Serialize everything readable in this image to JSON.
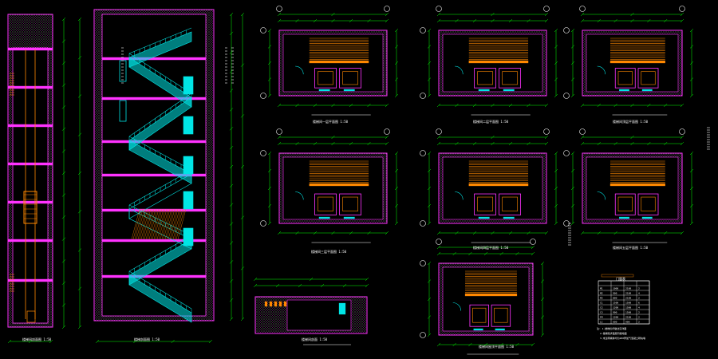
{
  "drawing": {
    "background": "#000000",
    "colors": {
      "wall": "#ff33ff",
      "dimension": "#00ff00",
      "stair": "#ff8800",
      "glass": "#00e5e5",
      "label": "#ffffff",
      "grid": "#ffff00",
      "hatch": "#aaaaaa"
    },
    "labels": {
      "left_section": "楼梯间剖面图 1:50",
      "middle_section": "楼梯剖面图 1:50",
      "plan_1": "楼梯间一层平面图 1:50",
      "plan_2": "楼梯间二层平面图 1:50",
      "plan_3": "楼梯间顶层平面图 1:50",
      "plan_4": "楼梯间三层平面图 1:50",
      "plan_5": "楼梯间四层平面图 1:50",
      "plan_6": "楼梯间五层平面图 1:50",
      "plan_7": "楼梯间剖面 1:50",
      "plan_8": "楼梯间屋顶平面图 1:50",
      "legend_title": "门窗表"
    },
    "notes": [
      "注: 1.楼梯栏杆做法见详图",
      "2.楼梯踏步面层同楼地面",
      "3.未注明墙体均为200厚加气混凝土砌块墙"
    ],
    "legend_rows": [
      [
        "M1",
        "1000",
        "2100",
        "2"
      ],
      [
        "M2",
        "900",
        "2100",
        "4"
      ],
      [
        "M3",
        "800",
        "2100",
        "2"
      ],
      [
        "C1",
        "1500",
        "1500",
        "6"
      ],
      [
        "C2",
        "1200",
        "1500",
        "4"
      ],
      [
        "C3",
        "900",
        "1500",
        "2"
      ],
      [
        "FM",
        "1200",
        "2100",
        "2"
      ],
      [
        "LC",
        "600",
        "900",
        "2"
      ]
    ]
  }
}
